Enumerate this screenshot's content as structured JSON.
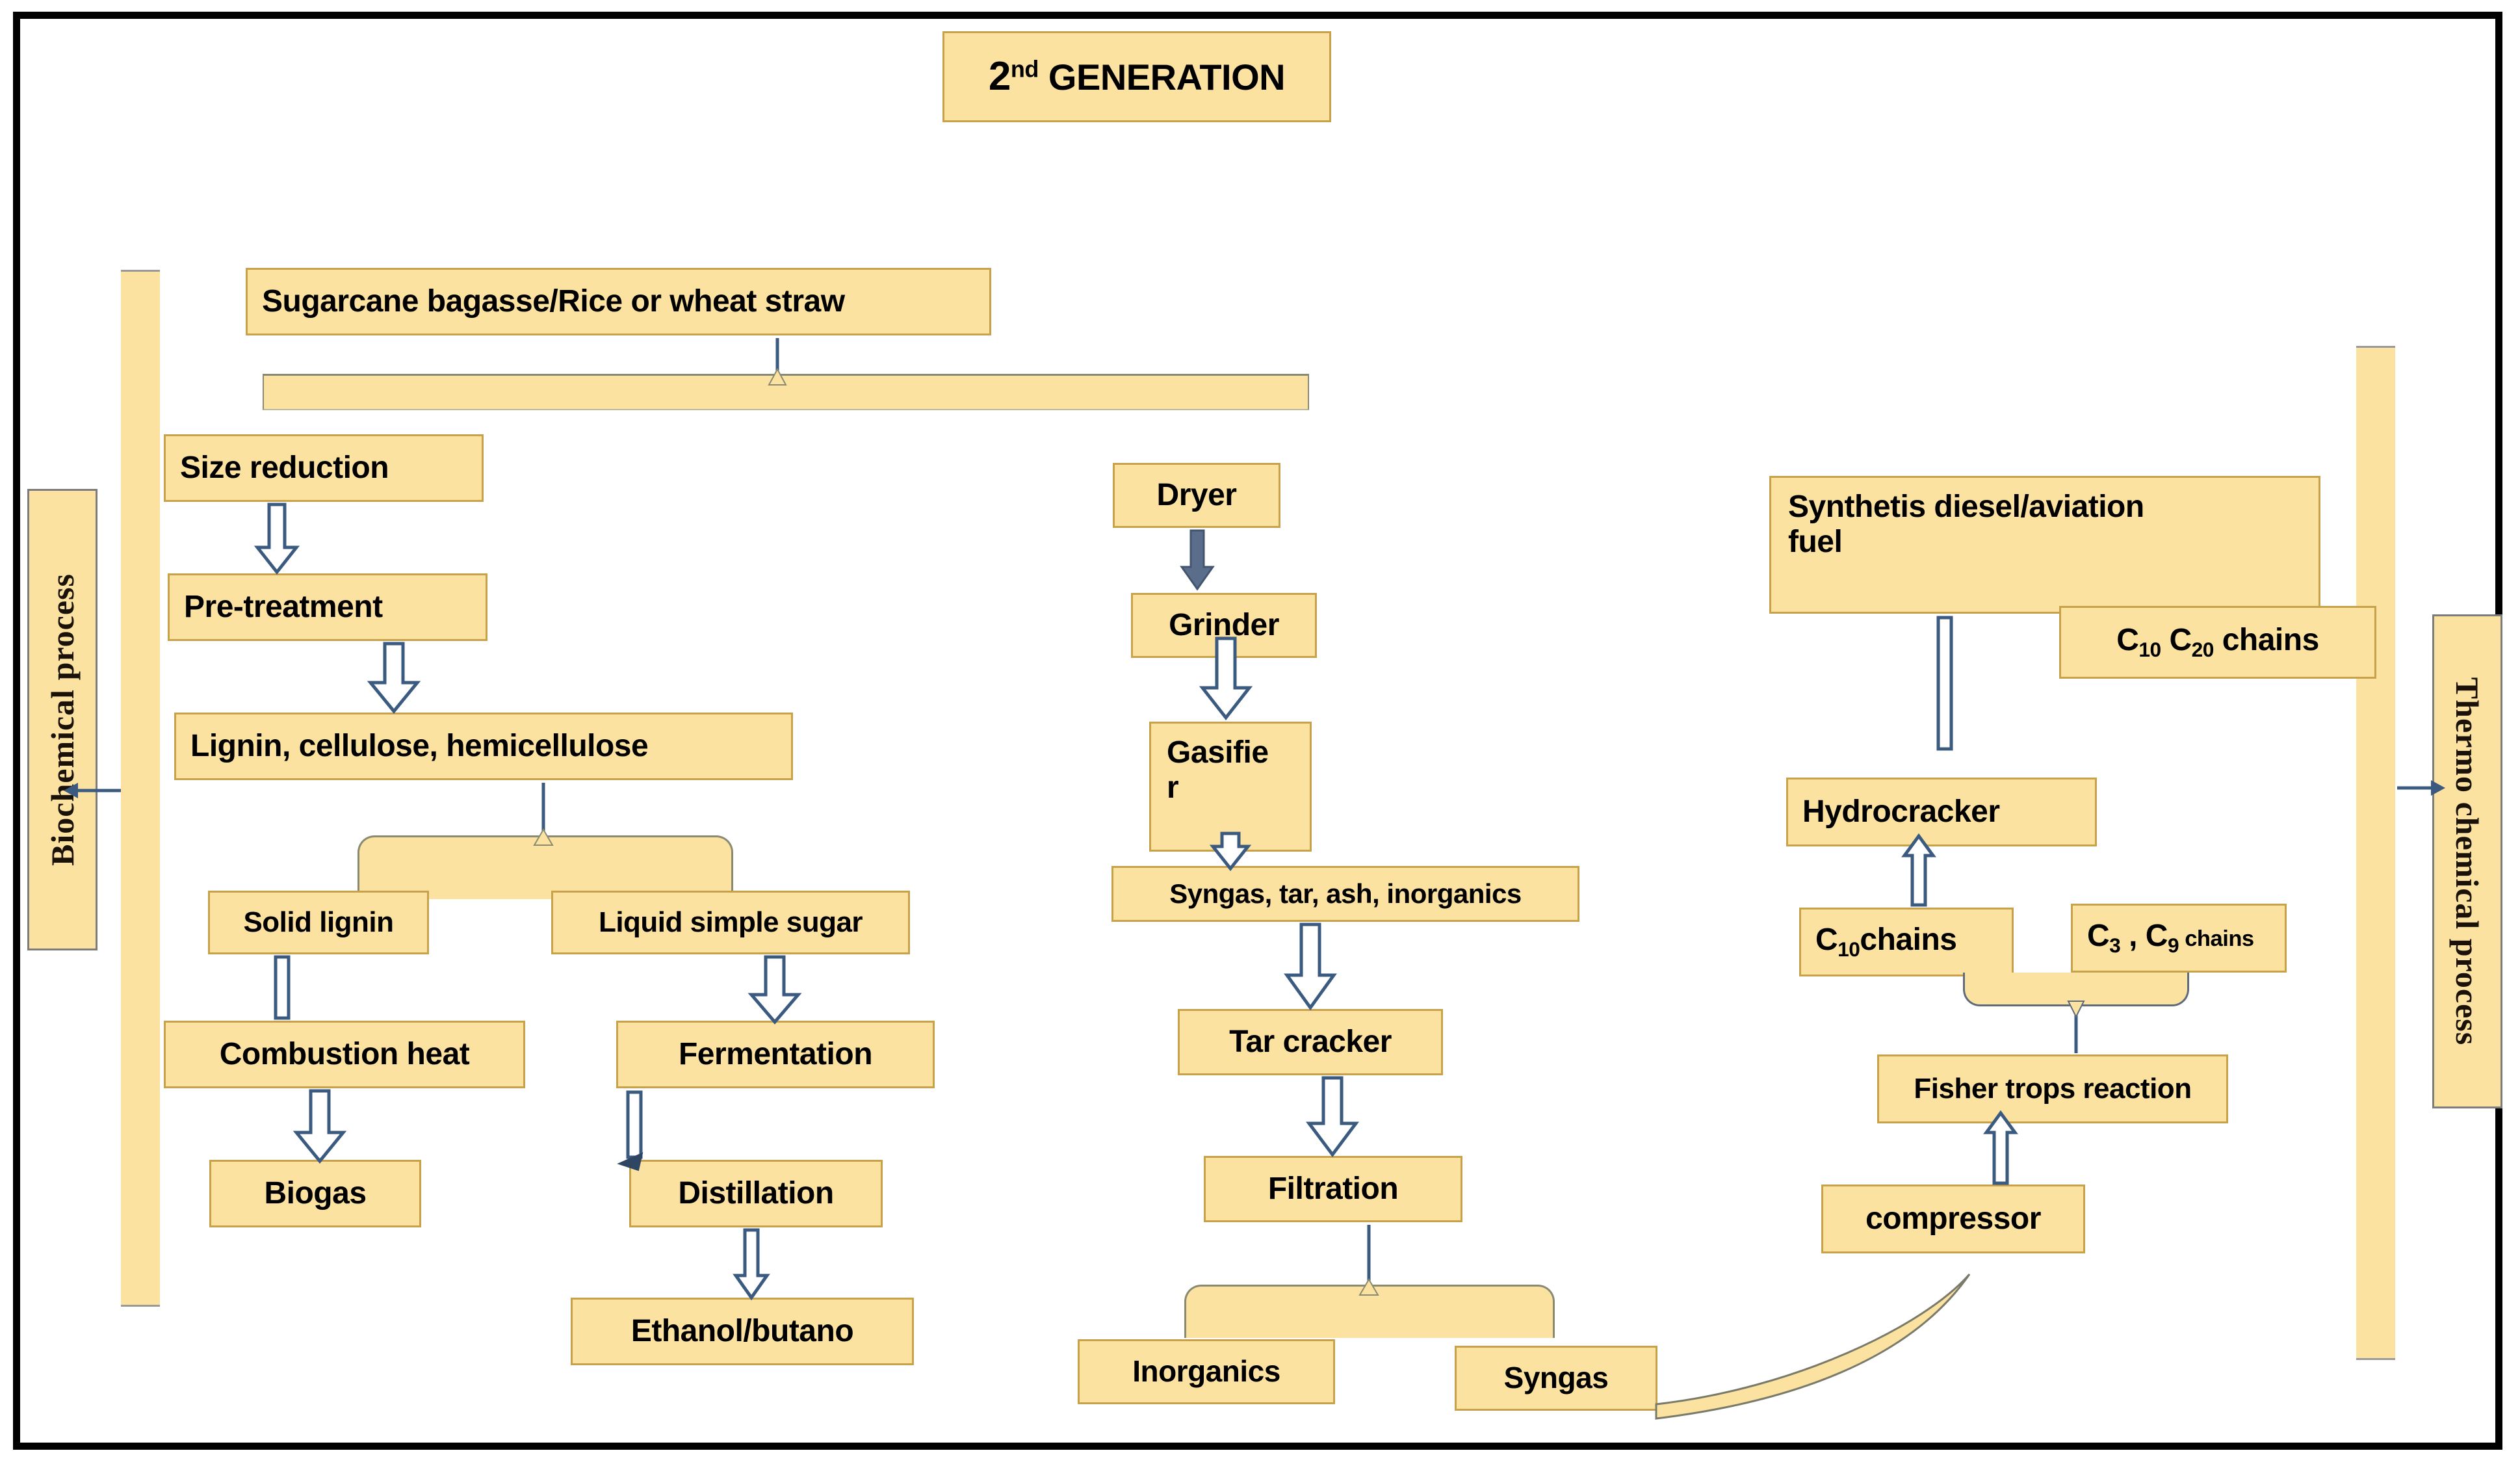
{
  "title": {
    "main": "2",
    "sup": "nd",
    "rest": " GENERATION",
    "full": "2nd GENERATION"
  },
  "side_labels": {
    "left": "Biochemical process",
    "right": "Thermo chemical process"
  },
  "colors": {
    "box_fill": "#FBE2A0",
    "box_border": "#C8A24A",
    "bar_fill": "#FBE2A0",
    "arrow_stroke": "#3B5A80",
    "arrow_fill": "#FFFFFF",
    "frame": "#000000",
    "page_bg": "#FFFFFF"
  },
  "biochemical_process": {
    "feedstock": "Sugarcane bagasse/Rice or wheat straw",
    "steps": [
      "Size reduction",
      "Pre-treatment",
      "Lignin, cellulose, hemicellulose"
    ],
    "branch_left": {
      "product": "Solid lignin",
      "steps": [
        "Combustion heat",
        "Biogas"
      ]
    },
    "branch_right": {
      "product": "Liquid simple sugar",
      "steps": [
        "Fermentation",
        "Distillation",
        "Ethanol/butano"
      ]
    }
  },
  "thermochemical_process": {
    "steps": [
      "Dryer",
      "Grinder",
      "Gasifie r",
      "Syngas, tar, ash, inorganics",
      "Tar cracker",
      "Filtration"
    ],
    "gasifier_line1": "Gasifie",
    "gasifier_line2": "r",
    "filtration_outputs": [
      "Inorganics",
      "Syngas"
    ],
    "upgrading": {
      "compressor": "compressor",
      "fisher_trops": "Fisher trops reaction",
      "chains_left_prefix": "C",
      "chains_left_sub": "10",
      "chains_left_suffix": "chains",
      "chains_right_prefix": "C",
      "chains_right_sub1": "3",
      "chains_right_mid": " , C",
      "chains_right_sub2": "9",
      "chains_right_suffix": " chains",
      "hydrocracker": "Hydrocracker",
      "synthetic_fuel_line1": "Synthetis diesel/aviation",
      "synthetic_fuel_line2": "fuel",
      "c10c20_prefix": "C",
      "c10c20_sub1": "10",
      "c10c20_mid": " C",
      "c10c20_sub2": "20",
      "c10c20_suffix": " chains"
    }
  }
}
